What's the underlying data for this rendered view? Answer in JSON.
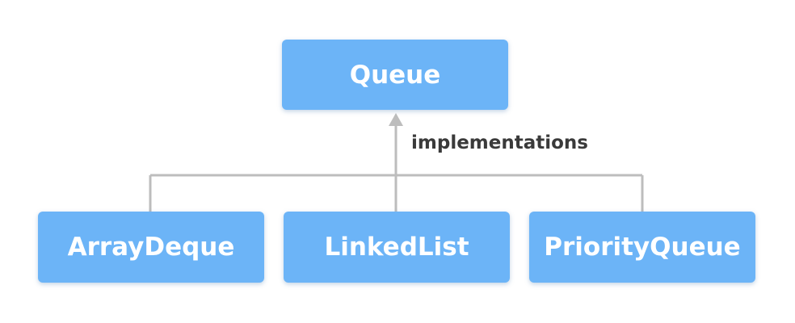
{
  "diagram": {
    "root": {
      "label": "Queue"
    },
    "edge_label": "implementations",
    "children": [
      {
        "label": "ArrayDeque"
      },
      {
        "label": "LinkedList"
      },
      {
        "label": "PriorityQueue"
      }
    ]
  },
  "colors": {
    "node_fill": "#6cb4f7",
    "node_text": "#ffffff",
    "connector": "#bdbdbd",
    "label_text": "#3a3a3a"
  }
}
